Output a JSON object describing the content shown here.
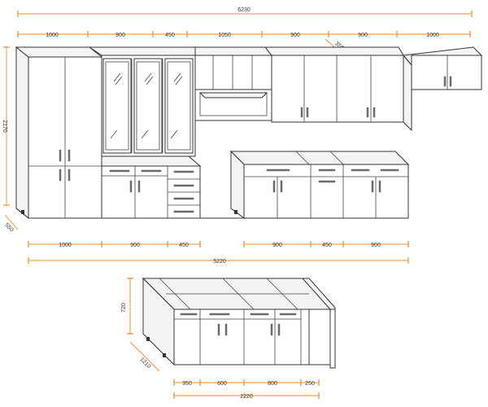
{
  "upper_dimensions": {
    "total": "6230",
    "segments": [
      "1000",
      "900",
      "450",
      "1050",
      "900",
      "900",
      "1000"
    ],
    "height": "2170",
    "depth": "550",
    "corner": "355"
  },
  "lower_dimensions": {
    "left_segments": [
      "1000",
      "900",
      "450"
    ],
    "right_segments": [
      "900",
      "450",
      "900"
    ],
    "total": "5220"
  },
  "island_dimensions": {
    "height": "720",
    "depth": "1210",
    "segments": [
      "350",
      "600",
      "800",
      "250"
    ],
    "total": "2220"
  },
  "colors": {
    "dimension_line": "#f08c1e",
    "outline": "#333333"
  }
}
